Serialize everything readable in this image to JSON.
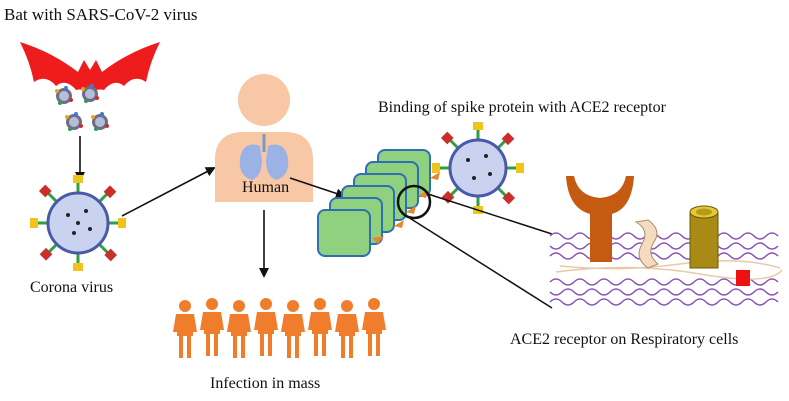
{
  "labels": {
    "bat": "Bat with SARS-CoV-2 virus",
    "corona": "Corona virus",
    "human": "Human",
    "infection": "Infection in mass",
    "binding": "Binding of spike protein with ACE2 receptor",
    "ace2": "ACE2 receptor on Respiratory cells"
  },
  "colors": {
    "bat": "#ee1c1c",
    "skin": "#f7c7a6",
    "lungs": "#9bb2e6",
    "crowd": "#ef7d2c",
    "cell": "#8fd17f",
    "cell_edge": "#2e6fb5",
    "virus_core": "#c9d3f0",
    "membrane": "#8a53b8",
    "receptor": "#c55a11",
    "channel": "#a88a14",
    "marker": "#ee1111"
  }
}
